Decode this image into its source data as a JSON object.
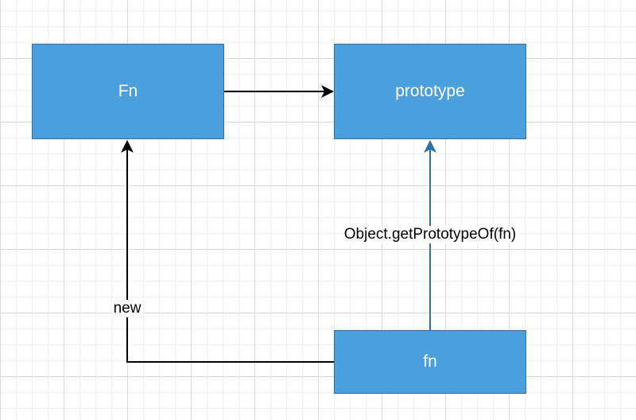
{
  "diagram": {
    "nodes": [
      {
        "id": "fn-constructor",
        "label": "Fn"
      },
      {
        "id": "prototype",
        "label": "prototype"
      },
      {
        "id": "fn-instance",
        "label": "fn"
      }
    ],
    "edges": [
      {
        "from": "fn-constructor",
        "to": "prototype",
        "label": ""
      },
      {
        "from": "fn-instance",
        "to": "fn-constructor",
        "label": "new"
      },
      {
        "from": "fn-instance",
        "to": "prototype",
        "label": "Object.getPrototypeOf(fn)"
      }
    ]
  },
  "colors": {
    "node_fill": "#4a9fdc",
    "node_border": "#2e6fa8",
    "node_text": "#ffffff",
    "edge_black": "#000000",
    "edge_blue": "#2e6fa8"
  }
}
